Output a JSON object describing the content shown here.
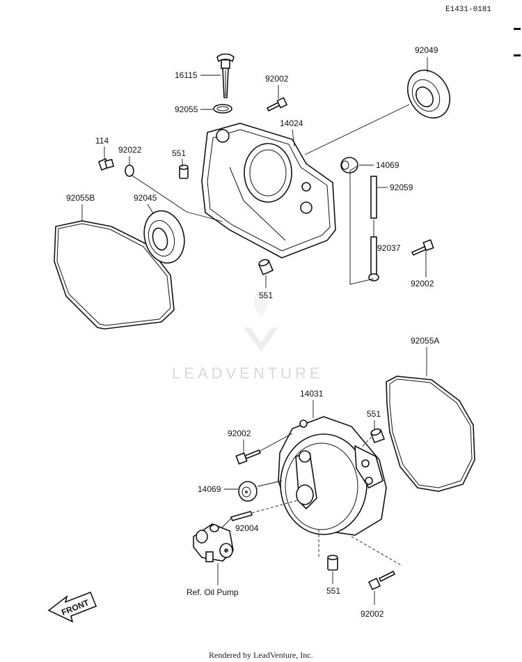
{
  "diagram_code": "E1431-0181",
  "watermark": "LEADVENTURE",
  "footer": "Rendered by LeadVenture, Inc.",
  "front_label": "FRONT",
  "ref_note": "Ref. Oil Pump",
  "parts": {
    "p16115": "16115",
    "p92002_top": "92002",
    "p92055": "92055",
    "p14024": "14024",
    "p92049": "92049",
    "p114": "114",
    "p92022": "92022",
    "p551_top": "551",
    "p14069_top": "14069",
    "p92059": "92059",
    "p92055B": "92055B",
    "p92045": "92045",
    "p92037": "92037",
    "p92002_right": "92002",
    "p551_mid": "551",
    "p92055A": "92055A",
    "p14031": "14031",
    "p551_right": "551",
    "p92002_left": "92002",
    "p14069_bottom": "14069",
    "p92004": "92004",
    "p551_bottom": "551",
    "p92002_bottom": "92002"
  }
}
